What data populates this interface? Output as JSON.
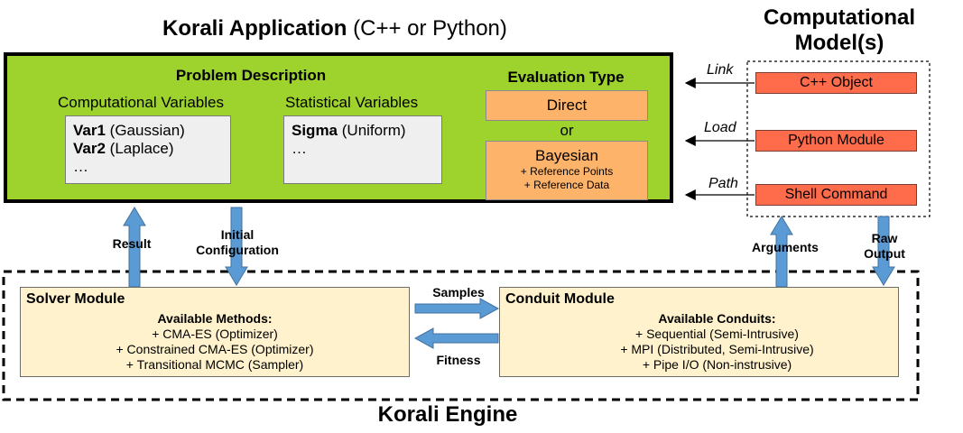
{
  "header": {
    "app_title_bold": "Korali Application",
    "app_title_rest": "(C++ or Python)",
    "model_title_line1": "Computational",
    "model_title_line2": "Model(s)"
  },
  "problem": {
    "heading": "Problem Description",
    "computational_heading": "Computational Variables",
    "computational_vars": [
      {
        "name": "Var1",
        "dist": "(Gaussian)"
      },
      {
        "name": "Var2",
        "dist": "(Laplace)"
      }
    ],
    "computational_more": "…",
    "statistical_heading": "Statistical Variables",
    "statistical_vars": [
      {
        "name": "Sigma",
        "dist": "(Uniform)"
      }
    ],
    "statistical_more": "…"
  },
  "evaluation": {
    "heading": "Evaluation Type",
    "direct": "Direct",
    "or": "or",
    "bayesian": "Bayesian",
    "bayesian_line1": "+ Reference Points",
    "bayesian_line2": "+ Reference Data"
  },
  "models": {
    "items": [
      {
        "label": "C++ Object",
        "link": "Link"
      },
      {
        "label": "Python Module",
        "link": "Load"
      },
      {
        "label": "Shell Command",
        "link": "Path"
      }
    ]
  },
  "flow": {
    "result": "Result",
    "initial_line1": "Initial",
    "initial_line2": "Configuration",
    "samples": "Samples",
    "fitness": "Fitness",
    "arguments": "Arguments",
    "raw_line1": "Raw",
    "raw_line2": "Output"
  },
  "solver": {
    "title": "Solver Module",
    "subtitle": "Available Methods:",
    "methods": [
      "+ CMA-ES (Optimizer)",
      "+ Constrained CMA-ES (Optimizer)",
      "+ Transitional MCMC (Sampler)"
    ]
  },
  "conduit": {
    "title": "Conduit Module",
    "subtitle": "Available Conduits:",
    "conduits": [
      "+ Sequential (Semi-Intrusive)",
      "+ MPI (Distributed, Semi-Intrusive)",
      "+ Pipe I/O (Non-instrusive)"
    ]
  },
  "engine": {
    "title": "Korali Engine"
  },
  "colors": {
    "app_green": "#9ed32e",
    "var_gray": "#efefef",
    "eval_orange": "#fdb36a",
    "model_red": "#ff6c4c",
    "module_yellow": "#fff2cc",
    "arrow_blue": "#5b9bd5"
  }
}
